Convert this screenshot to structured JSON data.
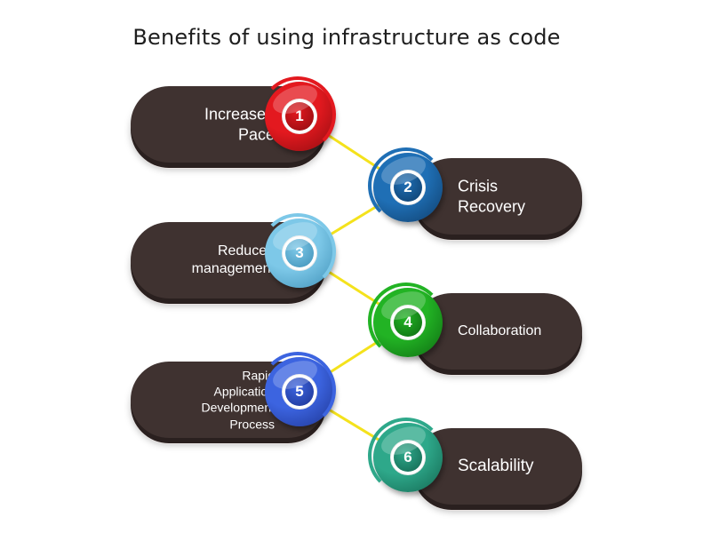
{
  "title": "Benefits of using infrastructure as code",
  "connector_color": "#f4e21c",
  "pill_color": "#3f3230",
  "items": [
    {
      "number": "1",
      "label": "Increased\nPace",
      "color": "#e3191f",
      "dark": "#8e0c10",
      "icon": "number-one-badge"
    },
    {
      "number": "2",
      "label": "Crisis\nRecovery",
      "color": "#1f6fb5",
      "dark": "#0f3e6b",
      "icon": "number-two-badge"
    },
    {
      "number": "3",
      "label": "Reduced\nmanagement",
      "color": "#7dc8e8",
      "dark": "#3e90b7",
      "icon": "number-three-badge"
    },
    {
      "number": "4",
      "label": "Collaboration",
      "color": "#22b324",
      "dark": "#0e6a12",
      "icon": "number-four-badge"
    },
    {
      "number": "5",
      "label": "Rapid\nApplication\nDevelopment\nProcess",
      "color": "#3c64e0",
      "dark": "#1d3491",
      "icon": "number-five-badge"
    },
    {
      "number": "6",
      "label": "Scalability",
      "color": "#2ea88a",
      "dark": "#136650",
      "icon": "number-six-badge"
    }
  ]
}
